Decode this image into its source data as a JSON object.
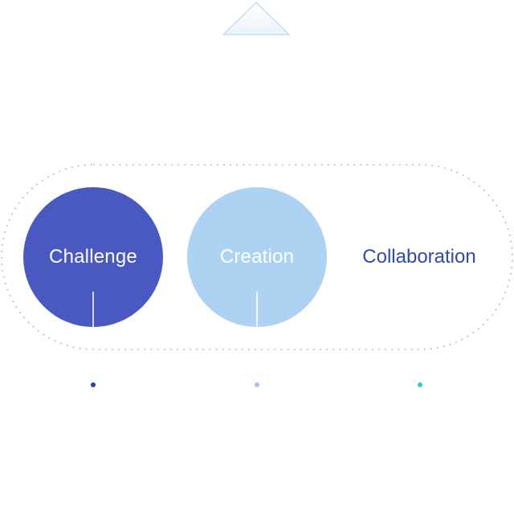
{
  "items": [
    {
      "label": "Challenge",
      "fill": "#4a59c0",
      "text_color": "#ffffff",
      "dot_color": "#2f3f9e"
    },
    {
      "label": "Creation",
      "fill": "#aed3f2",
      "text_color": "#ffffff",
      "dot_color": "#9fc6ee"
    },
    {
      "label": "Collaboration",
      "fill": "none",
      "text_color": "#2f4aa8",
      "dot_color": "#36c3d8"
    }
  ],
  "colors": {
    "triangle_stroke": "#b8d6f0",
    "triangle_fill": "#eef5fc",
    "pill_border": "#b0b3bd"
  }
}
